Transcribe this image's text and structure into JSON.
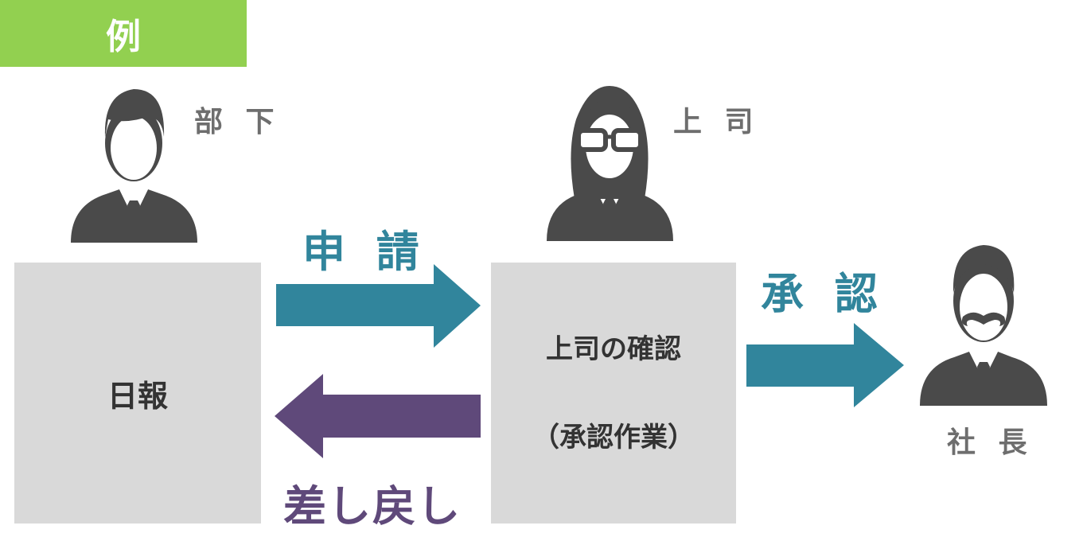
{
  "header": {
    "tag_label": "例"
  },
  "roles": {
    "subordinate": "部 下",
    "boss": "上 司",
    "president": "社 長"
  },
  "boxes": {
    "report": "日報",
    "review_line1": "上司の確認",
    "review_line2": "（承認作業）"
  },
  "actions": {
    "apply": "申 請",
    "approve": "承 認",
    "return": "差し戻し"
  },
  "icons": {
    "subordinate": "businessman-icon",
    "boss": "businesswoman-glasses-icon",
    "president": "mustache-businessman-icon"
  },
  "colors": {
    "tag_green": "#92d050",
    "teal": "#31859c",
    "purple": "#5f497a",
    "box_gray": "#d9d9d9",
    "icon_dark": "#4a4a4a",
    "label_gray": "#6e6e6e"
  }
}
